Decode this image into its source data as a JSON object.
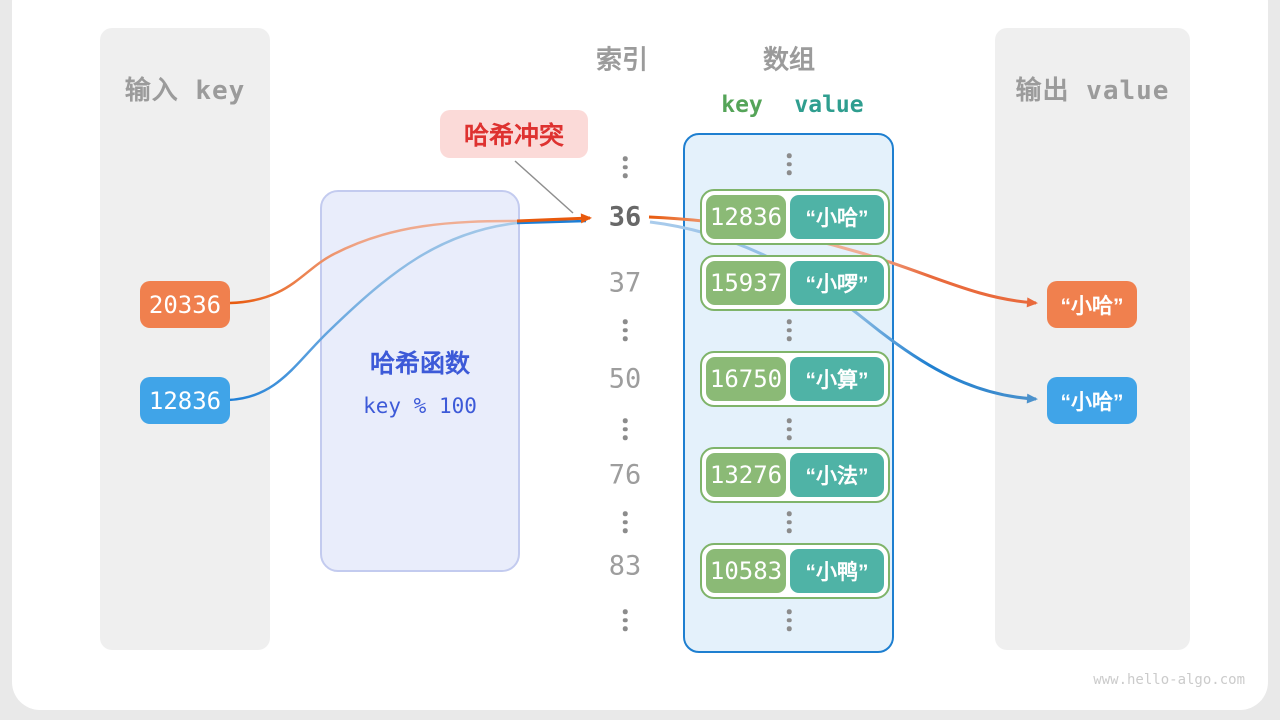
{
  "input_panel": {
    "title": "输入 key",
    "keys": [
      {
        "value": "20336",
        "color": "#F0804E"
      },
      {
        "value": "12836",
        "color": "#40A4E8"
      }
    ]
  },
  "hash_function": {
    "title": "哈希函数",
    "formula": "key % 100"
  },
  "collision_label": {
    "text": "哈希冲突"
  },
  "index_column": {
    "title": "索引",
    "items": [
      "36",
      "37",
      "50",
      "76",
      "83"
    ],
    "highlighted": "36"
  },
  "array_panel": {
    "title": "数组",
    "key_header": "key",
    "value_header": "value",
    "rows": [
      {
        "key": "12836",
        "value": "“小哈”"
      },
      {
        "key": "15937",
        "value": "“小啰”"
      },
      {
        "key": "16750",
        "value": "“小算”"
      },
      {
        "key": "13276",
        "value": "“小法”"
      },
      {
        "key": "10583",
        "value": "“小鸭”"
      }
    ]
  },
  "output_panel": {
    "title": "输出 value",
    "outputs": [
      {
        "text": "“小哈”",
        "color": "#F0804E"
      },
      {
        "text": "“小哈”",
        "color": "#40A4E8"
      }
    ]
  },
  "colors": {
    "orange": "#E8590C",
    "blue": "#1C7ED6",
    "key_green": "#8BBA76",
    "value_teal": "#4FB3A6",
    "indigo": "#3D5AD8",
    "collision_red": "#DE3230",
    "array_border": "#1E7FD0"
  },
  "watermark": "www.hello-algo.com"
}
